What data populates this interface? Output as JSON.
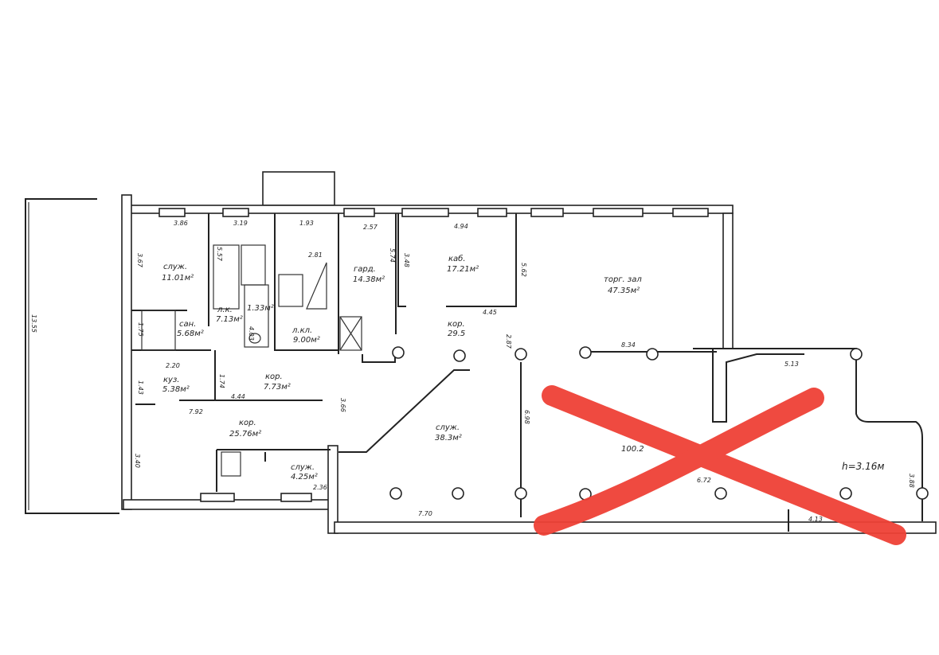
{
  "rooms": [
    {
      "name": "служ.",
      "area": "11.01м²"
    },
    {
      "name": "сан.",
      "area": "5.68м²"
    },
    {
      "name": "л.к.",
      "area": "7.13м²"
    },
    {
      "name": "л.кл.",
      "area": "9.00м²"
    },
    {
      "name": "гард.",
      "area": "14.38м²"
    },
    {
      "name": "каб.",
      "area": "17.21м²"
    },
    {
      "name": "торг. зал",
      "area": "47.35м²"
    },
    {
      "name": "кор.",
      "area": "29.5"
    },
    {
      "name": "куз.",
      "area": "5.38м²"
    },
    {
      "name": "кор.",
      "area": "7.73м²"
    },
    {
      "name": "кор.",
      "area": "25.76м²"
    },
    {
      "name": "служ.",
      "area": "4.25м²"
    },
    {
      "name": "служ.",
      "area": "38.3м²"
    },
    {
      "name": "",
      "area": "100.2"
    }
  ],
  "small_areas": {
    "wc": "1.33м²"
  },
  "dimensions": {
    "total_height": "13.55",
    "d1": "3.86",
    "d2": "3.19",
    "d3": "1.93",
    "d4": "2.81",
    "d5": "2.57",
    "d6": "4.94",
    "d7": "5.74",
    "d8": "3.48",
    "d9": "5.62",
    "d10": "4.45",
    "d11": "8.34",
    "d12": "5.13",
    "d13": "3.67",
    "d14": "1.75",
    "d15": "2.20",
    "d16": "1.43",
    "d17": "1.74",
    "d18": "4.44",
    "d19": "7.92",
    "d20": "3.66",
    "d21": "3.40",
    "d22": "2.36",
    "d23": "7.70",
    "d24": "6.98",
    "d25": "2.87",
    "d26": "5.57",
    "d27": "4.03",
    "d28": "6.72",
    "d29": "3.88",
    "d30": "4.13"
  },
  "ceiling_height": "h=3.16м",
  "annotation": {
    "type": "red-cross",
    "color": "#ef4136"
  }
}
